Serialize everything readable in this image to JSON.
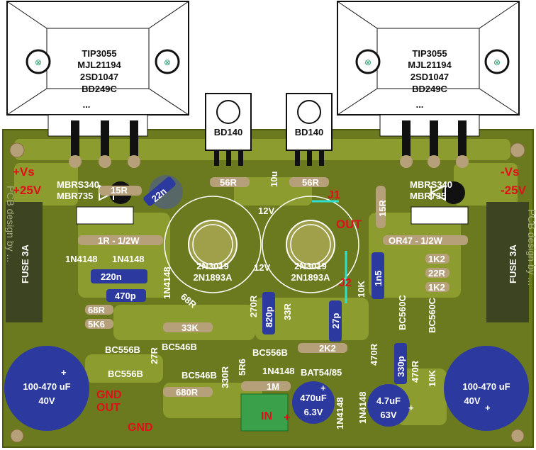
{
  "power_transistor_left": {
    "lines": [
      "TIP3055",
      "MJL21194",
      "2SD1047",
      "BD249C",
      "..."
    ]
  },
  "power_transistor_right": {
    "lines": [
      "TIP3055",
      "MJL21194",
      "2SD1047",
      "BD249C",
      "..."
    ]
  },
  "driver_left": "BD140",
  "driver_right": "BD140",
  "supply_pos": [
    "+Vs",
    "+25V"
  ],
  "supply_neg": [
    "-Vs",
    "-25V"
  ],
  "diode_left": [
    "MBRS340",
    "MBR735"
  ],
  "diode_right": [
    "MBRS340",
    "MBR735"
  ],
  "fuse_left": "FUSE 3A",
  "fuse_right": "FUSE 3A",
  "cap_left": [
    "100-470 uF",
    "40V"
  ],
  "cap_right": [
    "100-470 uF",
    "40V"
  ],
  "cap_mid1": [
    "470uF",
    "6.3V"
  ],
  "cap_mid2": [
    "4.7uF",
    "63V"
  ],
  "watermark_left": "PCB design by ...",
  "watermark_right": "PCB design by ...",
  "labels": {
    "r15r_left": "15R",
    "r15r_right": "15R",
    "c22n": "22n",
    "r56r_left": "56R",
    "r56r_right": "56R",
    "l10u": "10u",
    "z12v_top": "12V",
    "z12v_mid": "12V",
    "j1": "J1",
    "j2": "J2",
    "out": "OUT",
    "r1r": "1R - 1/2W",
    "r0r47": "OR47 - 1/2W",
    "d1n4148_a": "1N4148",
    "d1n4148_b": "1N4148",
    "d1n4148_c": "1N4148",
    "d1n4148_d": "1N4148",
    "d1n4148_e": "1N4148",
    "d1n4148_f": "1N4148",
    "c220n": "220n",
    "c470p": "470p",
    "q1": [
      "2N3019",
      "2N1893A"
    ],
    "q2": [
      "2N3019",
      "2N1893A"
    ],
    "r1k2_a": "1K2",
    "r22r": "22R",
    "r1k2_b": "1K2",
    "c1n5": "1n5",
    "r10k_a": "10K",
    "r68r": "68R",
    "r5k6": "5K6",
    "r68r_b": "68R",
    "r270r": "270R",
    "c820p": "820p",
    "r33r": "33R",
    "c27p": "27p",
    "bc560c_a": "BC560C",
    "bc560c_b": "BC560C",
    "r33k": "33K",
    "bc556b_a": "BC556B",
    "bc546b_a": "BC546B",
    "r27r": "27R",
    "bc556b_b": "BC556B",
    "bc546b_b": "BC546B",
    "bc556b_c": "BC556B",
    "r2k2": "2K2",
    "r470r_a": "470R",
    "c330p": "330p",
    "r470r_b": "470R",
    "r10k_b": "10K",
    "r330r": "330R",
    "r5r6": "5R6",
    "r680r": "680R",
    "r1m": "1M",
    "bat54": "BAT54/85",
    "gnd_out": [
      "GND",
      "OUT"
    ],
    "gnd": "GND",
    "in": "IN",
    "plus": "+"
  },
  "colors": {
    "board": "#6b7a1e",
    "trace": "#8c9c2e",
    "silk": "#ffffff",
    "pad": "#b6a07a",
    "blue_cap": "#2c3aa0"
  }
}
